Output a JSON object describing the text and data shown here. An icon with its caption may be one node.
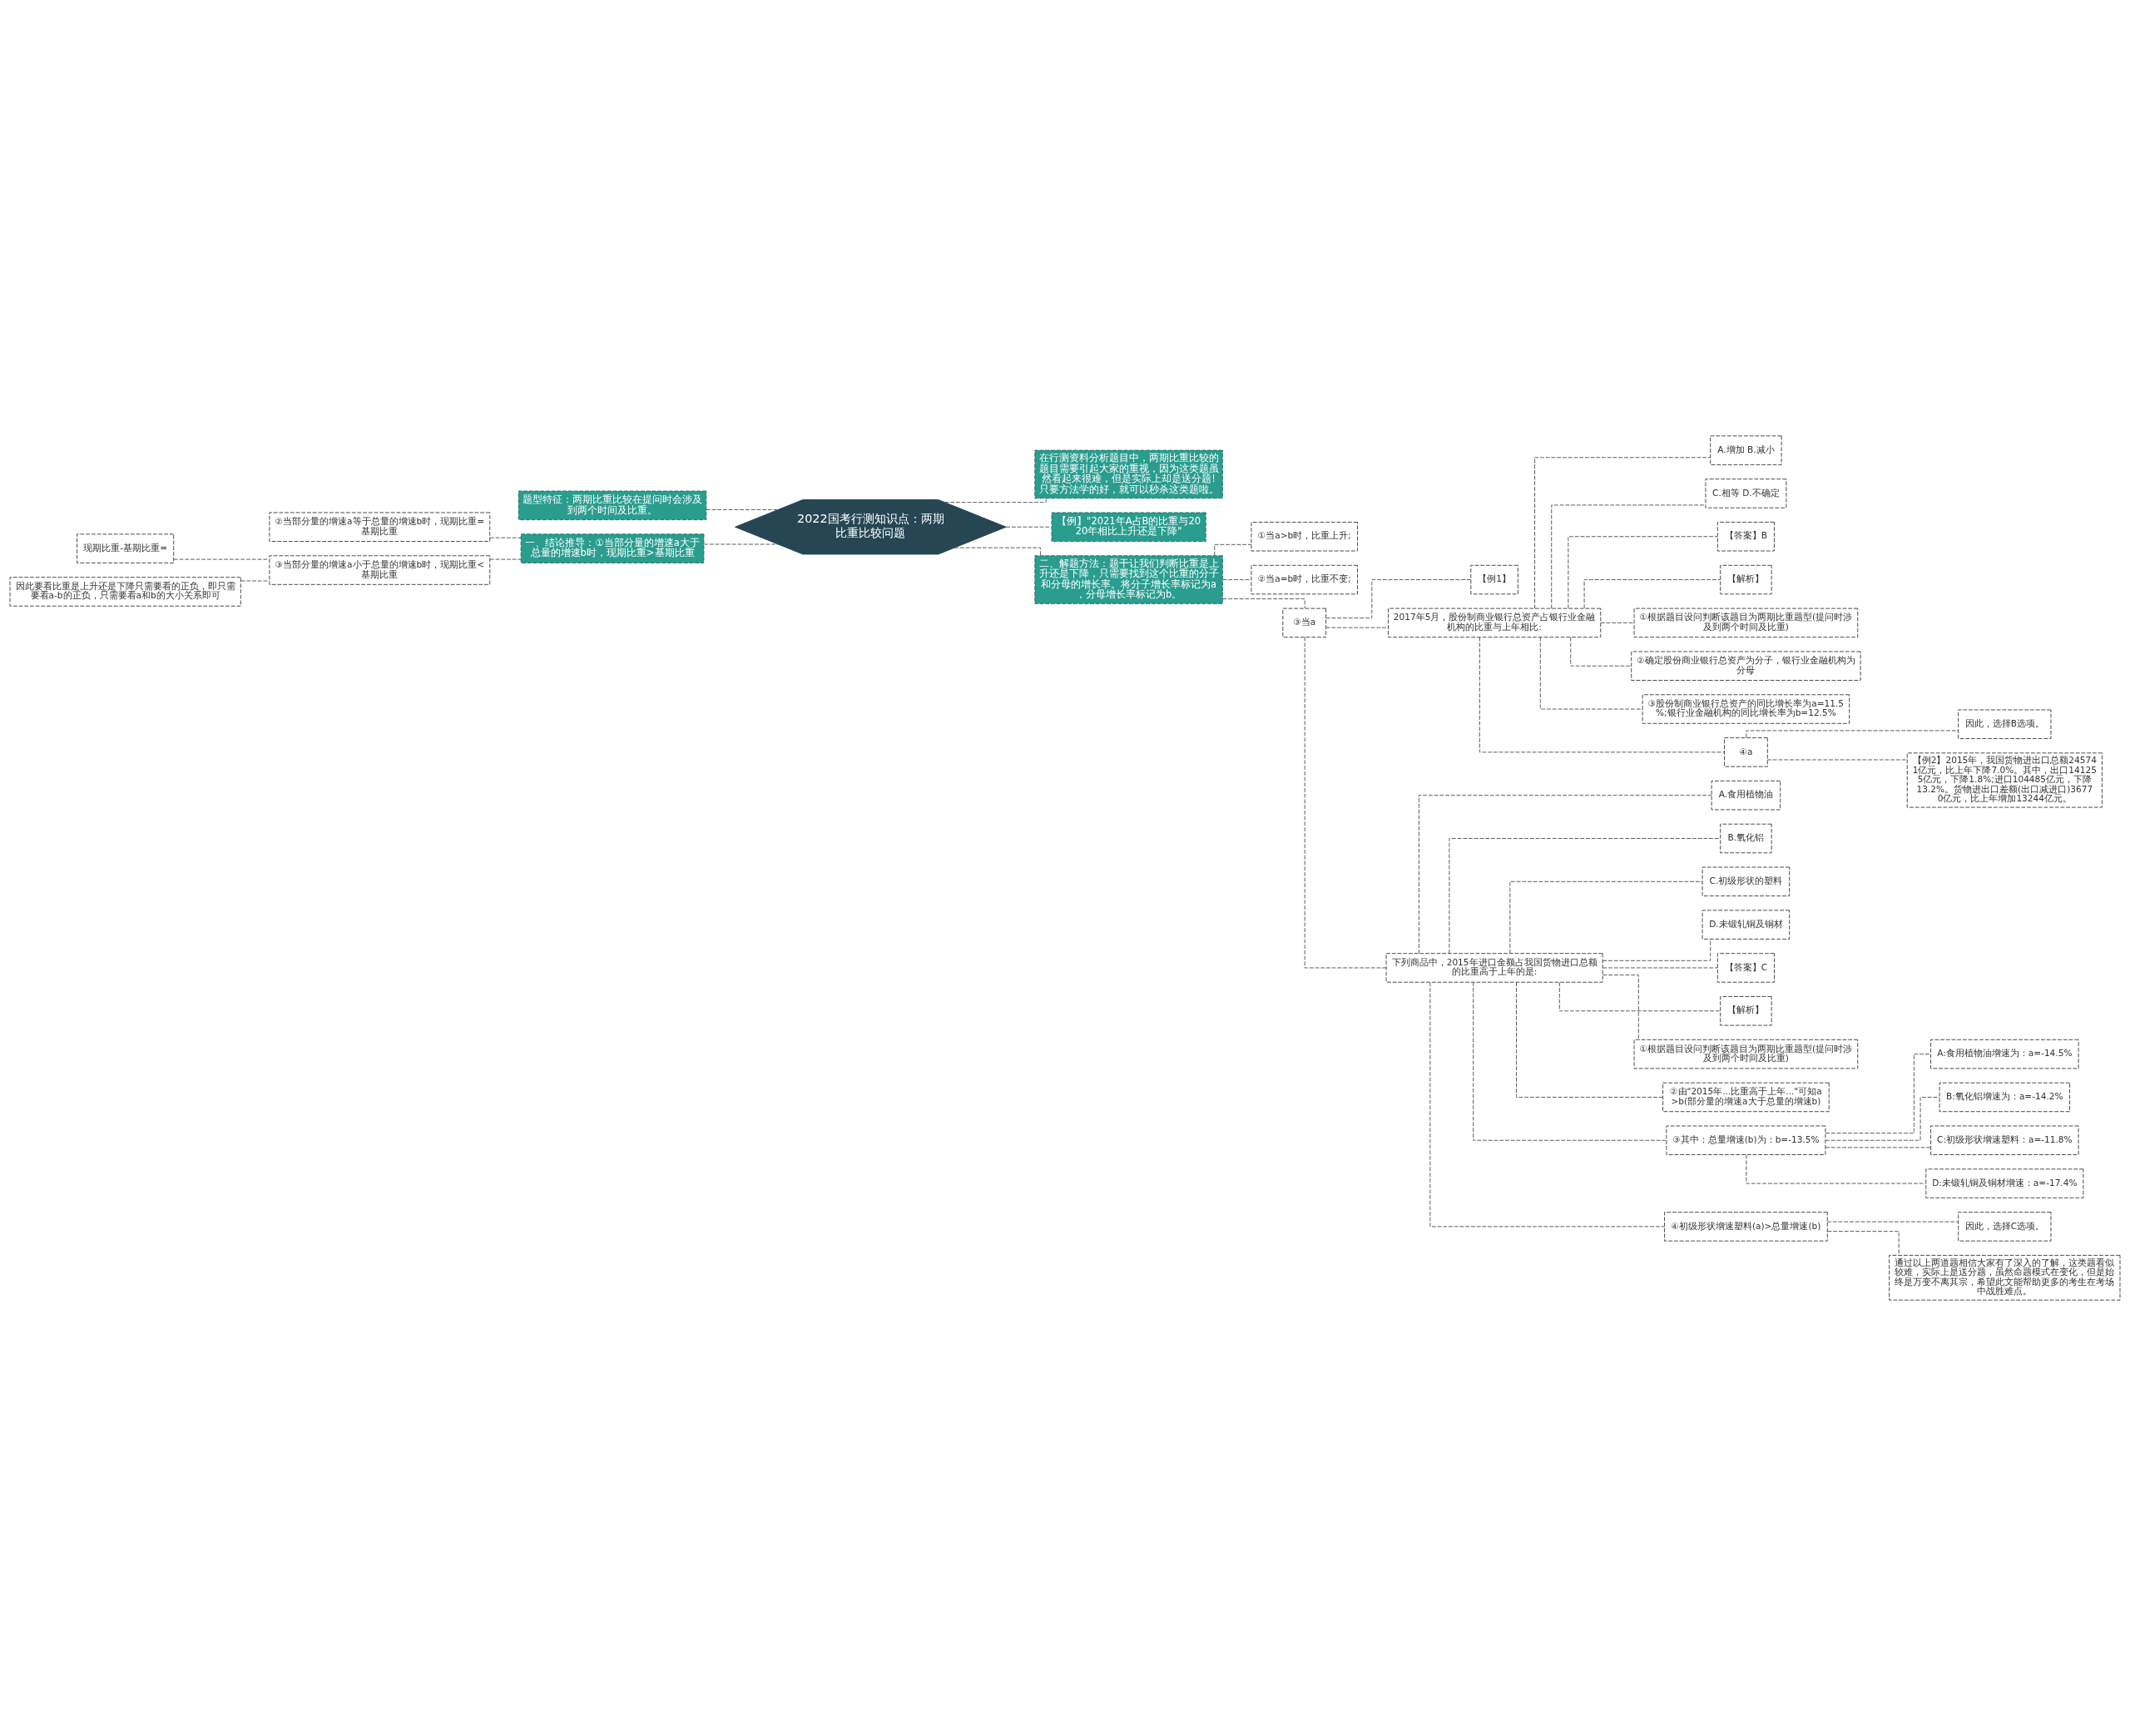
{
  "diagram": {
    "nodes": [
      {
        "text": [
          "2022国考行测知识点：两期比重比较问题"
        ]
      },
      {
        "text": [
          "题型特征：两期比重比较在提问时会涉及到两个时间及比重。"
        ]
      },
      {
        "text": [
          "一、结论推导：①当部分量的增速a大于总量的增速b时，现期比重>基期比重"
        ]
      },
      {
        "text": [
          "②当部分量的增速a等于总量的增速b时，现期比重=基期比重"
        ]
      },
      {
        "text": [
          "③当部分量的增速a小于总量的增速b时，现期比重<基期比重"
        ]
      },
      {
        "text": [
          "现期比重-基期比重="
        ]
      },
      {
        "text": [
          "因此要看比重是上升还是下降只需要看的正负，即只需要看a-b的正负，只需要看a和b的大小关系即可"
        ]
      },
      {
        "text": [
          "在行测资料分析题目中，两期比重比较的题目需要引起大家的重视，因为这类题虽然看起来很难，但是实际上却是送分题!只要方法学的好，就可以秒杀这类题啦。"
        ]
      },
      {
        "text": [
          "【例】\"2021年A占B的比重与2020年相比上升还是下降\""
        ]
      },
      {
        "text": [
          "二、解题方法：题干让我们判断比重是上升还是下降，只需要找到这个比重的分子和分母的增长率。将分子增长率标记为a，分母增长率标记为b。"
        ]
      },
      {
        "text": [
          "①当a>b时，比重上升;"
        ]
      },
      {
        "text": [
          "②当a=b时，比重不变;"
        ]
      },
      {
        "text": [
          "③当a"
        ]
      },
      {
        "text": [
          "【例1】"
        ]
      },
      {
        "text": [
          "2017年5月，股份制商业银行总资产占银行业金融机构的比重与上年相比:"
        ]
      },
      {
        "text": [
          "下列商品中，2015年进口金额占我国货物进口总额的比重高于上年的是:"
        ]
      },
      {
        "text": [
          "A.增加 B.减小"
        ]
      },
      {
        "text": [
          "C.相等 D.不确定"
        ]
      },
      {
        "text": [
          "【答案】B"
        ]
      },
      {
        "text": [
          "【解析】"
        ]
      },
      {
        "text": [
          "①根据题目设问判断该题目为两期比重题型(提问时涉及到两个时间及比重)"
        ]
      },
      {
        "text": [
          "②确定股份商业银行总资产为分子，银行业金融机构为分母"
        ]
      },
      {
        "text": [
          "③股份制商业银行总资产的同比增长率为a=11.5%;银行业金融机构的同比增长率为b=12.5%"
        ]
      },
      {
        "text": [
          "④a"
        ]
      },
      {
        "text": [
          "因此，选择B选项。"
        ]
      },
      {
        "text": [
          "【例2】2015年，我国货物进出口总额245741亿元，比上年下降7.0%。其中，出口141255亿元，下降1.8%;进口104485亿元，下降13.2%。货物进出口差额(出口减进口)36770亿元，比上年增加13244亿元。"
        ]
      },
      {
        "text": [
          "A.食用植物油"
        ]
      },
      {
        "text": [
          "B.氧化铝"
        ]
      },
      {
        "text": [
          "C.初级形状的塑料"
        ]
      },
      {
        "text": [
          "D.未锻轧铜及铜材"
        ]
      },
      {
        "text": [
          "【答案】C"
        ]
      },
      {
        "text": [
          "【解析】"
        ]
      },
      {
        "text": [
          "①根据题目设问判断该题目为两期比重题型(提问时涉及到两个时间及比重)"
        ]
      },
      {
        "text": [
          "②由\"2015年...比重高于上年...\"可知a>b(部分量的增速a大于总量的增速b)"
        ]
      },
      {
        "text": [
          "③其中：总量增速(b)为：b=-13.5%"
        ]
      },
      {
        "text": [
          "④初级形状增速塑料(a)>总量增速(b)"
        ]
      },
      {
        "text": [
          "A:食用植物油增速为：a=-14.5%"
        ]
      },
      {
        "text": [
          "B:氧化铝增速为：a=-14.2%"
        ]
      },
      {
        "text": [
          "C:初级形状增速塑料：a=-11.8%"
        ]
      },
      {
        "text": [
          "D:未锻轧铜及铜材增速：a=-17.4%"
        ]
      },
      {
        "text": [
          "因此，选择C选项。"
        ]
      },
      {
        "text": [
          "通过以上两道题相信大家有了深入的了解，这类题看似较难，实际上是送分题，虽然命题模式在变化，但是始终是万变不离其宗，希望此文能帮助更多的考生在考场中战胜难点。"
        ]
      }
    ],
    "edges": [
      {
        "from": 0,
        "to": 1,
        "arrow": "none",
        "style": "dashed"
      },
      {
        "from": 0,
        "to": 2,
        "arrow": "none",
        "style": "dashed"
      },
      {
        "from": 2,
        "to": 3,
        "arrow": "none",
        "style": "dashed"
      },
      {
        "from": 2,
        "to": 4,
        "arrow": "none",
        "style": "dashed"
      },
      {
        "from": 4,
        "to": 5,
        "arrow": "none",
        "style": "dashed"
      },
      {
        "from": 4,
        "to": 6,
        "arrow": "none",
        "style": "dashed"
      },
      {
        "from": 0,
        "to": 7,
        "arrow": "none",
        "style": "dashed"
      },
      {
        "from": 0,
        "to": 8,
        "arrow": "none",
        "style": "dashed"
      },
      {
        "from": 0,
        "to": 9,
        "arrow": "none",
        "style": "dashed"
      },
      {
        "from": 9,
        "to": 10,
        "arrow": "none",
        "style": "dashed"
      },
      {
        "from": 9,
        "to": 11,
        "arrow": "none",
        "style": "dashed"
      },
      {
        "from": 9,
        "to": 12,
        "arrow": "none",
        "style": "dashed"
      },
      {
        "from": 12,
        "to": 13,
        "arrow": "none",
        "style": "dashed"
      },
      {
        "from": 12,
        "to": 14,
        "arrow": "none",
        "style": "dashed"
      },
      {
        "from": 12,
        "to": 15,
        "arrow": "none",
        "style": "dashed"
      },
      {
        "from": 14,
        "to": 16,
        "arrow": "none",
        "style": "dashed"
      },
      {
        "from": 14,
        "to": 17,
        "arrow": "none",
        "style": "dashed"
      },
      {
        "from": 14,
        "to": 18,
        "arrow": "none",
        "style": "dashed"
      },
      {
        "from": 14,
        "to": 19,
        "arrow": "none",
        "style": "dashed"
      },
      {
        "from": 14,
        "to": 20,
        "arrow": "none",
        "style": "dashed"
      },
      {
        "from": 14,
        "to": 21,
        "arrow": "none",
        "style": "dashed"
      },
      {
        "from": 14,
        "to": 22,
        "arrow": "none",
        "style": "dashed"
      },
      {
        "from": 14,
        "to": 23,
        "arrow": "none",
        "style": "dashed"
      },
      {
        "from": 23,
        "to": 24,
        "arrow": "none",
        "style": "dashed"
      },
      {
        "from": 23,
        "to": 25,
        "arrow": "none",
        "style": "dashed"
      },
      {
        "from": 15,
        "to": 26,
        "arrow": "none",
        "style": "dashed"
      },
      {
        "from": 15,
        "to": 27,
        "arrow": "none",
        "style": "dashed"
      },
      {
        "from": 15,
        "to": 28,
        "arrow": "none",
        "style": "dashed"
      },
      {
        "from": 15,
        "to": 29,
        "arrow": "none",
        "style": "dashed"
      },
      {
        "from": 15,
        "to": 30,
        "arrow": "none",
        "style": "dashed"
      },
      {
        "from": 15,
        "to": 31,
        "arrow": "none",
        "style": "dashed"
      },
      {
        "from": 15,
        "to": 32,
        "arrow": "none",
        "style": "dashed"
      },
      {
        "from": 15,
        "to": 33,
        "arrow": "none",
        "style": "dashed"
      },
      {
        "from": 15,
        "to": 34,
        "arrow": "none",
        "style": "dashed"
      },
      {
        "from": 15,
        "to": 35,
        "arrow": "none",
        "style": "dashed"
      },
      {
        "from": 34,
        "to": 36,
        "arrow": "none",
        "style": "dashed"
      },
      {
        "from": 34,
        "to": 37,
        "arrow": "none",
        "style": "dashed"
      },
      {
        "from": 34,
        "to": 38,
        "arrow": "none",
        "style": "dashed"
      },
      {
        "from": 34,
        "to": 39,
        "arrow": "none",
        "style": "dashed"
      },
      {
        "from": 35,
        "to": 40,
        "arrow": "none",
        "style": "dashed"
      },
      {
        "from": 35,
        "to": 41,
        "arrow": "none",
        "style": "dashed"
      }
    ]
  }
}
